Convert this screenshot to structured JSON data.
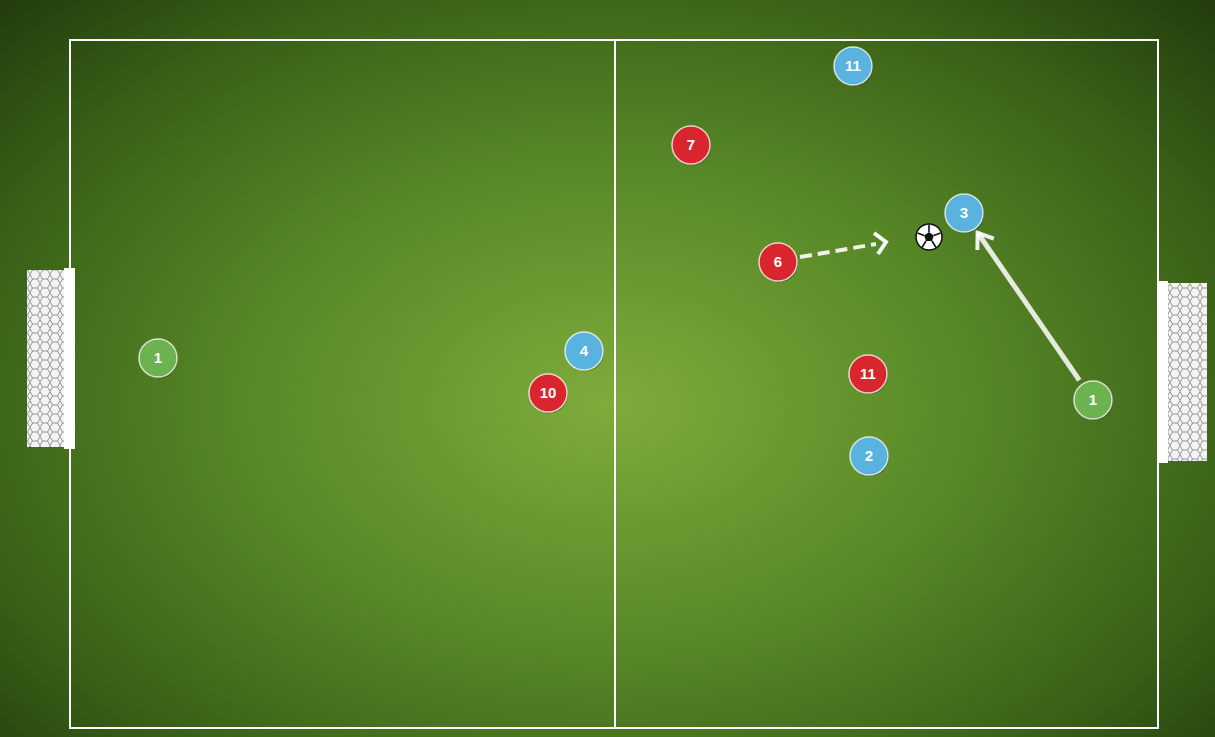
{
  "diagram": {
    "nodes": [
      {
        "text": [
          "11"
        ]
      },
      {
        "text": [
          "7"
        ]
      },
      {
        "text": [
          "3"
        ]
      },
      {
        "text": [
          "6"
        ]
      },
      {
        "text": [
          "4"
        ]
      },
      {
        "text": [
          "1"
        ]
      },
      {
        "text": [
          "11"
        ]
      },
      {
        "text": [
          "10"
        ]
      },
      {
        "text": [
          "1"
        ]
      },
      {
        "text": [
          "2"
        ]
      }
    ],
    "edges": [
      {
        "from": 8,
        "to": 2,
        "arrow": "to"
      }
    ]
  }
}
